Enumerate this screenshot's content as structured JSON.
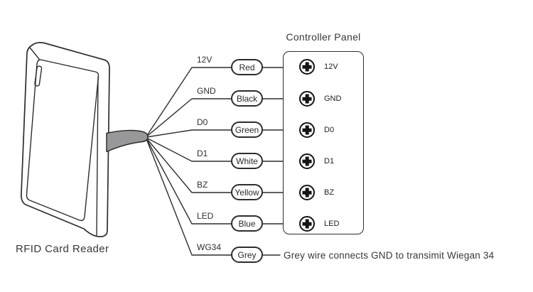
{
  "diagram": {
    "reader": {
      "label": "RFID Card Reader"
    },
    "panel": {
      "title": "Controller Panel",
      "terminals": [
        {
          "label": "12V"
        },
        {
          "label": "GND"
        },
        {
          "label": "D0"
        },
        {
          "label": "D1"
        },
        {
          "label": "BZ"
        },
        {
          "label": "LED"
        }
      ]
    },
    "wires": [
      {
        "pin": "12V",
        "color_name": "Red"
      },
      {
        "pin": "GND",
        "color_name": "Black"
      },
      {
        "pin": "D0",
        "color_name": "Green"
      },
      {
        "pin": "D1",
        "color_name": "White"
      },
      {
        "pin": "BZ",
        "color_name": "Yellow"
      },
      {
        "pin": "LED",
        "color_name": "Blue"
      },
      {
        "pin": "WG34",
        "color_name": "Grey"
      }
    ],
    "note": "Grey wire connects GND to transimit Wiegan 34",
    "colors": {
      "line": "#2d2d2d",
      "cable_fill": "#98989a",
      "background": "#ffffff"
    }
  }
}
